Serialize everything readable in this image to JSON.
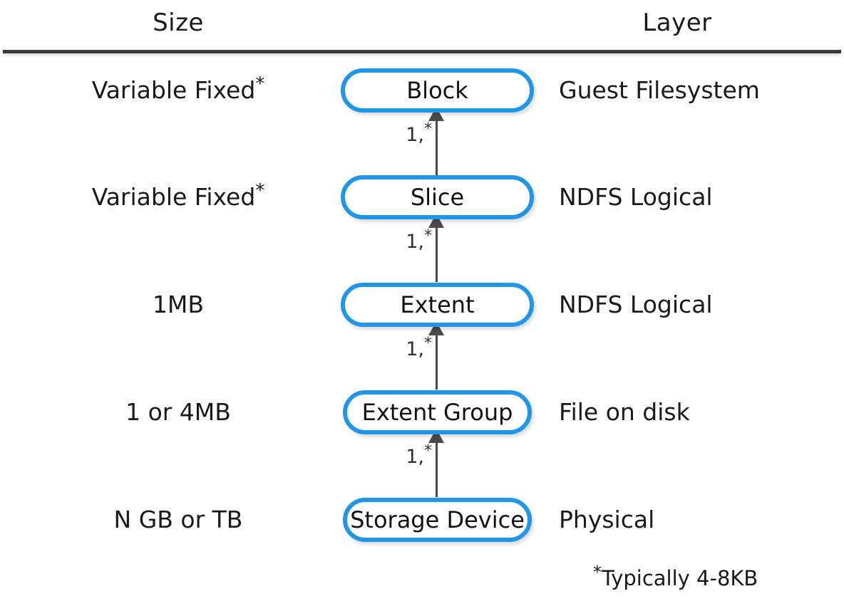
{
  "headers": {
    "size": "Size",
    "layer": "Layer"
  },
  "colors": {
    "node_border": "#2196E8",
    "node_fill": "#FFFFFF",
    "divider": "#3B3B3B",
    "arrow": "#4A4A4A",
    "text": "#1A1A1A",
    "background": "#FFFFFF"
  },
  "rows": [
    {
      "size": "Variable Fixed",
      "size_star": "*",
      "node": "Block",
      "layer": "Guest Filesystem"
    },
    {
      "size": "Variable Fixed",
      "size_star": "*",
      "node": "Slice",
      "layer": "NDFS Logical"
    },
    {
      "size": "1MB",
      "size_star": "",
      "node": "Extent",
      "layer": "NDFS Logical"
    },
    {
      "size": "1 or 4MB",
      "size_star": "",
      "node": "Extent Group",
      "layer": "File on disk"
    },
    {
      "size": "N GB or TB",
      "size_star": "",
      "node": "Storage Device",
      "layer": "Physical"
    }
  ],
  "connectors": [
    {
      "multiplicity": "1,",
      "star": "*"
    },
    {
      "multiplicity": "1,",
      "star": "*"
    },
    {
      "multiplicity": "1,",
      "star": "*"
    },
    {
      "multiplicity": "1,",
      "star": "*"
    }
  ],
  "footnote": {
    "star": "*",
    "text": "Typically 4-8KB"
  }
}
